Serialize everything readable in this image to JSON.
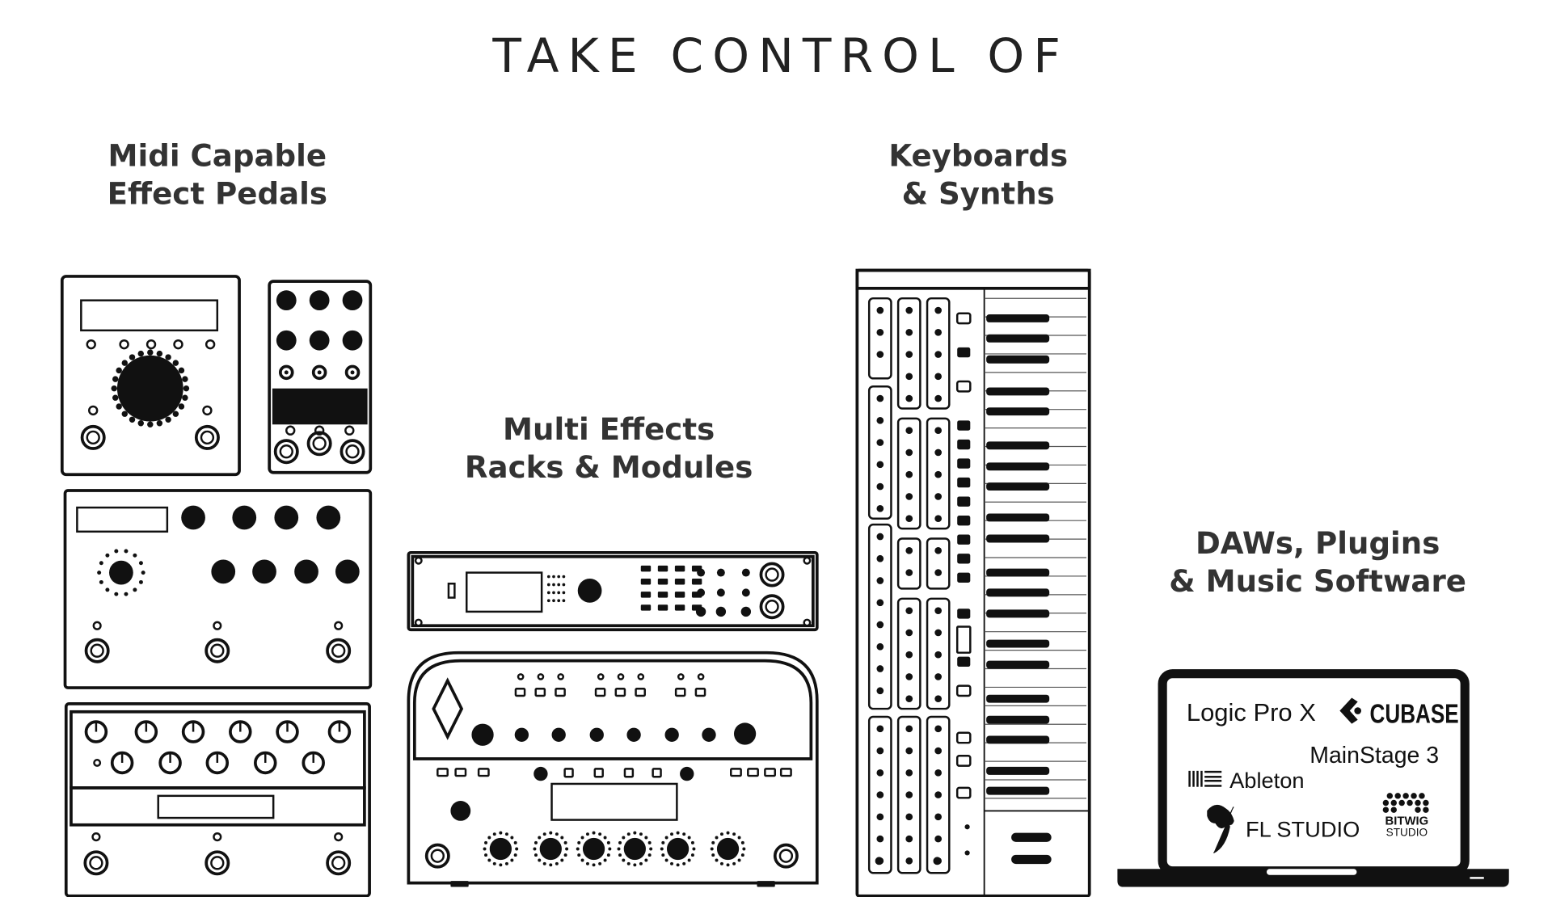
{
  "title": "TAKE CONTROL OF",
  "categories": [
    {
      "line1": "Midi Capable",
      "line2": "Effect Pedals"
    },
    {
      "line1": "Multi Effects",
      "line2": "Racks & Modules"
    },
    {
      "line1": "Keyboards",
      "line2": "& Synths"
    },
    {
      "line1": "DAWs, Plugins",
      "line2": "& Music Software"
    }
  ],
  "software": {
    "logic": "Logic Pro X",
    "cubase": "CUBASE",
    "mainstage": "MainStage 3",
    "ableton": "Ableton",
    "fl": "FL STUDIO",
    "bitwig1": "BITWIG",
    "bitwig2": "STUDIO"
  }
}
